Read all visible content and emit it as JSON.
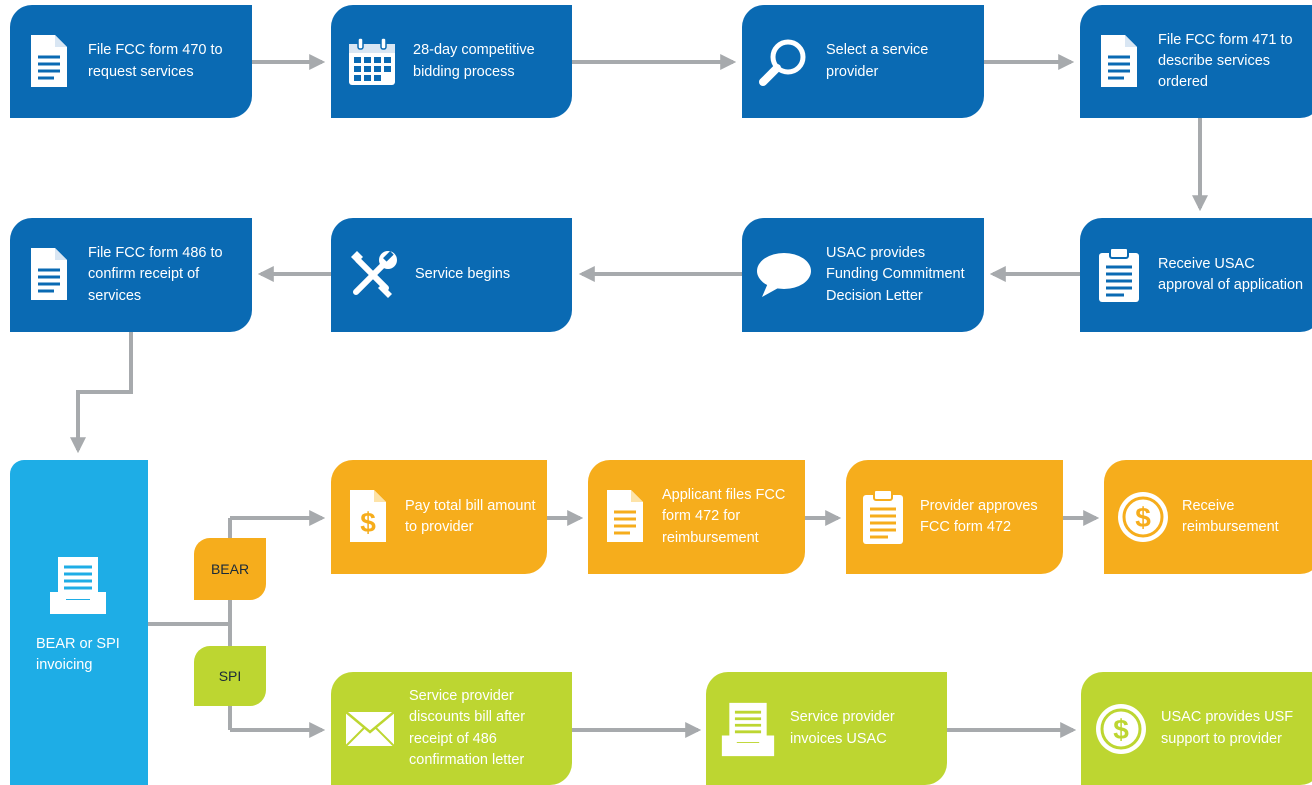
{
  "colors": {
    "blue": "#0a6ab3",
    "cyan": "#1eade6",
    "orange": "#f6ad1c",
    "lime": "#bdd631",
    "connector": "#a7aaad"
  },
  "steps": {
    "file_470": {
      "label": "File FCC form 470 to request services",
      "icon": "document-icon"
    },
    "bidding": {
      "label": "28-day competitive bidding process",
      "icon": "calendar-icon"
    },
    "select_provider": {
      "label": "Select a service provider",
      "icon": "magnifier-icon"
    },
    "file_471": {
      "label": "File FCC form 471 to describe services ordered",
      "icon": "document-icon"
    },
    "receive_approval": {
      "label": "Receive USAC approval of application",
      "icon": "clipboard-icon"
    },
    "fcdl": {
      "label": "USAC provides Funding Commitment Decision Letter",
      "icon": "speech-bubble-icon"
    },
    "service_begins": {
      "label": "Service begins",
      "icon": "tools-icon"
    },
    "file_486": {
      "label": "File FCC form 486 to confirm receipt of services",
      "icon": "document-icon"
    },
    "invoicing": {
      "label": "BEAR or SPI invoicing",
      "icon": "inbox-tray-icon"
    },
    "pay_bill": {
      "label": "Pay total bill amount to provider",
      "icon": "dollar-document-icon"
    },
    "file_472": {
      "label": "Applicant files FCC form 472 for reimbursement",
      "icon": "document-icon"
    },
    "approves_472": {
      "label": "Provider approves FCC form 472",
      "icon": "clipboard-icon"
    },
    "receive_reimbursement": {
      "label": "Receive reimbursement",
      "icon": "dollar-coin-icon"
    },
    "discount_bill": {
      "label": "Service provider discounts bill after receipt of 486 confirmation letter",
      "icon": "envelope-icon"
    },
    "invoices_usac": {
      "label": "Service provider invoices USAC",
      "icon": "inbox-tray-icon"
    },
    "usf_support": {
      "label": "USAC provides USF support to provider",
      "icon": "dollar-coin-icon"
    }
  },
  "branches": {
    "bear": "BEAR",
    "spi": "SPI"
  }
}
